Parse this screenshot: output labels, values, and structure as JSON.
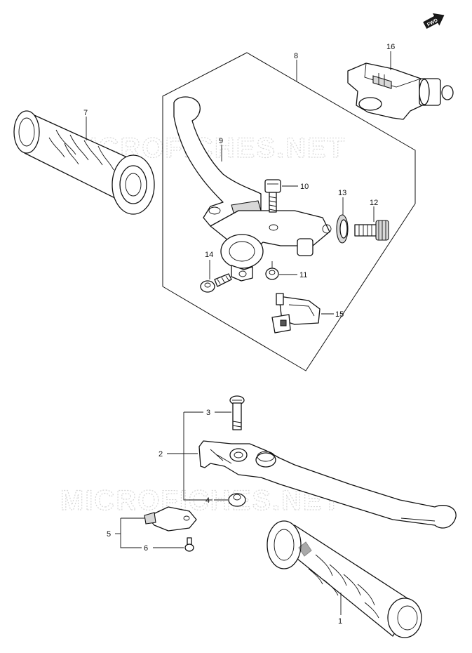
{
  "watermark": {
    "top_text": "MICROFICHES.NET",
    "bottom_text": "MICROFICHES.NET"
  },
  "direction_badge": {
    "label": "FWD",
    "icon": "forward-arrow-icon"
  },
  "callouts": {
    "c1": "1",
    "c2": "2",
    "c3": "3",
    "c4": "4",
    "c5": "5",
    "c6": "6",
    "c7": "7",
    "c8": "8",
    "c9": "9",
    "c10": "10",
    "c11": "11",
    "c12": "12",
    "c13": "13",
    "c14": "14",
    "c15": "15",
    "c16": "16"
  },
  "parts": [
    {
      "ref": "1",
      "icon": "right-hand-grip-icon"
    },
    {
      "ref": "2",
      "icon": "brake-lever-icon"
    },
    {
      "ref": "3",
      "icon": "pivot-bolt-icon"
    },
    {
      "ref": "4",
      "icon": "nut-icon"
    },
    {
      "ref": "5",
      "icon": "brake-switch-icon"
    },
    {
      "ref": "6",
      "icon": "screw-icon"
    },
    {
      "ref": "7",
      "icon": "left-hand-grip-icon"
    },
    {
      "ref": "8",
      "icon": "clutch-lever-assembly-frame-icon"
    },
    {
      "ref": "9",
      "icon": "clutch-lever-icon"
    },
    {
      "ref": "10",
      "icon": "bolt-icon"
    },
    {
      "ref": "11",
      "icon": "nut-icon"
    },
    {
      "ref": "12",
      "icon": "adjuster-icon"
    },
    {
      "ref": "13",
      "icon": "lock-nut-icon"
    },
    {
      "ref": "14",
      "icon": "bolt-icon"
    },
    {
      "ref": "15",
      "icon": "clutch-switch-icon"
    },
    {
      "ref": "16",
      "icon": "switch-housing-icon"
    }
  ],
  "colors": {
    "line": "#111111",
    "watermark": "#d7d7d7",
    "background": "#ffffff"
  }
}
